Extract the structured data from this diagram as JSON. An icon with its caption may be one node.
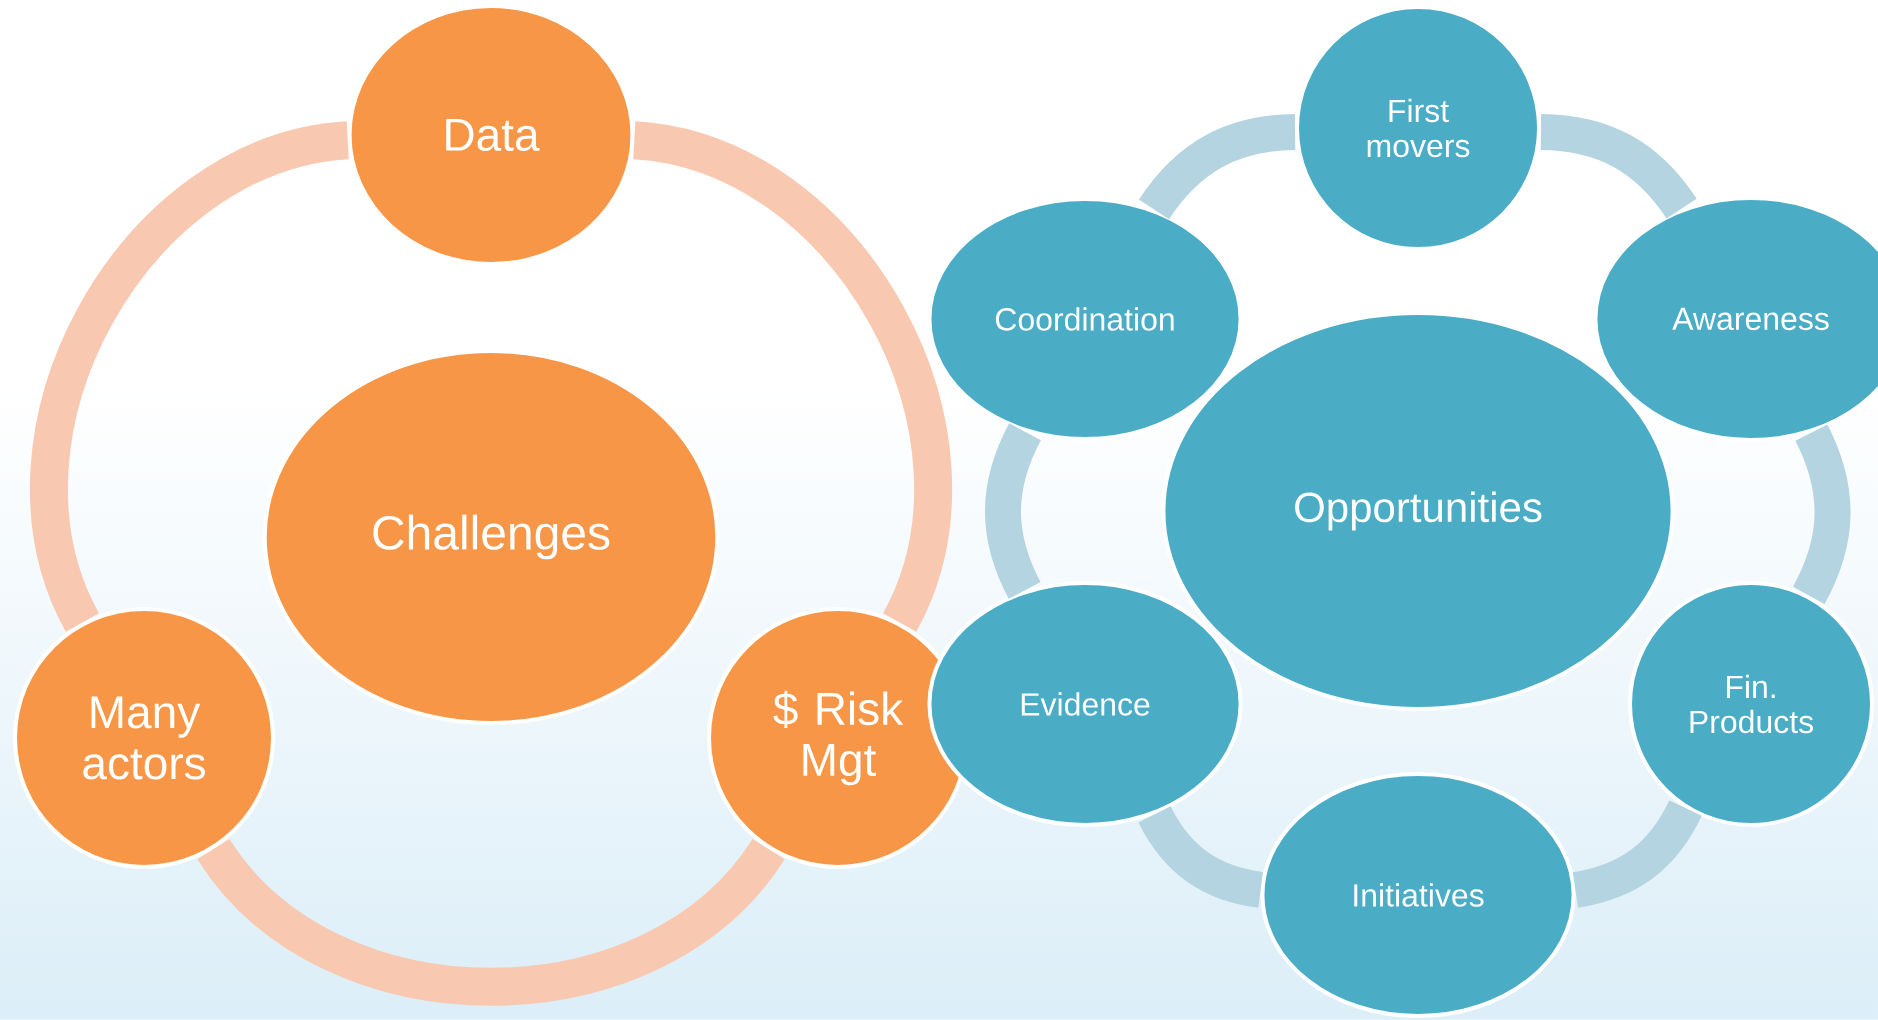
{
  "diagram": {
    "nodes": [
      {
        "text": [
          "Data"
        ]
      },
      {
        "text": [
          "Challenges"
        ]
      },
      {
        "text": [
          "Many actors"
        ]
      },
      {
        "text": [
          "$ Risk Mgt"
        ]
      },
      {
        "text": [
          "First movers"
        ]
      },
      {
        "text": [
          "Coordination"
        ]
      },
      {
        "text": [
          "Awareness"
        ]
      },
      {
        "text": [
          "Opportunities"
        ]
      },
      {
        "text": [
          "Evidence"
        ]
      },
      {
        "text": [
          "Fin. Products"
        ]
      },
      {
        "text": [
          "Initiatives"
        ]
      }
    ],
    "edges": [
      {
        "from": 0,
        "to": 3,
        "arrow": "none",
        "color": "#f9c8b0"
      },
      {
        "from": 3,
        "to": 2,
        "arrow": "none",
        "color": "#f9c8b0"
      },
      {
        "from": 2,
        "to": 0,
        "arrow": "none",
        "color": "#f9c8b0"
      },
      {
        "from": 4,
        "to": 6,
        "arrow": "none"
      },
      {
        "from": 6,
        "to": 9,
        "arrow": "none"
      },
      {
        "from": 9,
        "to": 10,
        "arrow": "none"
      },
      {
        "from": 10,
        "to": 8,
        "arrow": "none"
      },
      {
        "from": 8,
        "to": 5,
        "arrow": "none"
      },
      {
        "from": 5,
        "to": 4,
        "arrow": "none"
      }
    ]
  }
}
